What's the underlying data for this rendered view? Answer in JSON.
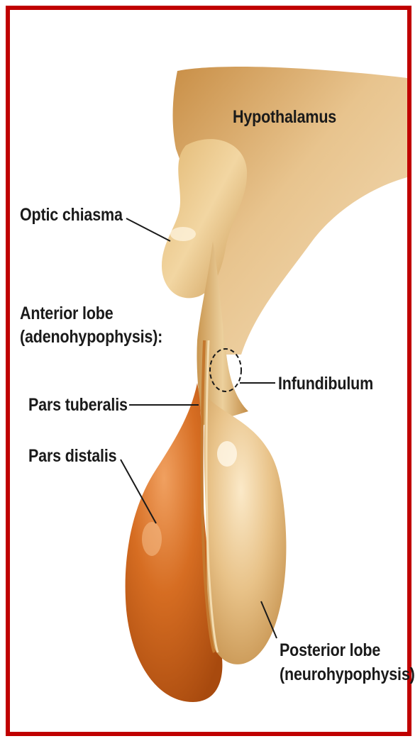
{
  "labels": {
    "hypothalamus": "Hypothalamus",
    "optic_chiasma": "Optic chiasma",
    "anterior_lobe_line1": "Anterior lobe",
    "anterior_lobe_line2": "(adenohypophysis):",
    "pars_tuberalis": "Pars tuberalis",
    "pars_distalis": "Pars distalis",
    "infundibulum": "Infundibulum",
    "posterior_lobe_line1": "Posterior lobe",
    "posterior_lobe_line2": "(neurohypophysis)"
  },
  "colors": {
    "frame": "#c00000",
    "hypothalamus_tan": "#d9ab6a",
    "neuro_tan": "#e3bd82",
    "adeno_orange": "#d2661c",
    "text": "#1a1a1a"
  }
}
